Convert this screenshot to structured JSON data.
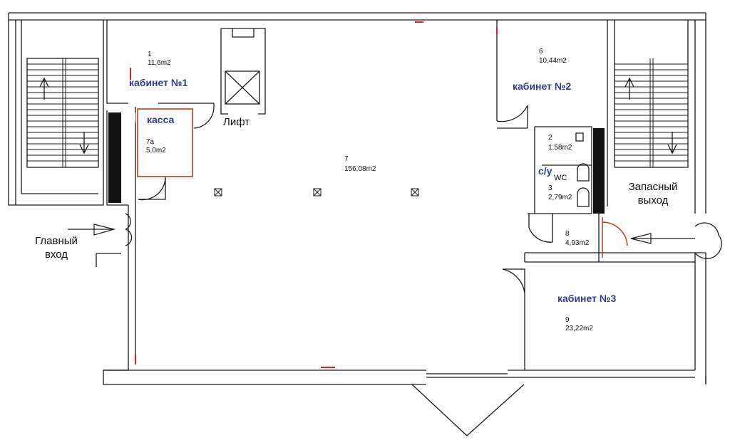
{
  "rooms": {
    "r1": {
      "number": "1",
      "area": "11,6m2",
      "name": "кабинет №1"
    },
    "r6": {
      "number": "6",
      "area": "10,44m2",
      "name": "кабинет №2"
    },
    "r7a": {
      "number": "7а",
      "area": "5,0m2",
      "name": "касса"
    },
    "r7": {
      "number": "7",
      "area": "156,08m2"
    },
    "r2": {
      "number": "2",
      "area": "1,58m2"
    },
    "r3": {
      "number": "3",
      "area": "2,79m2",
      "name": "с/у",
      "wc": "WC"
    },
    "r8": {
      "number": "8",
      "area": "4,93m2"
    },
    "r9": {
      "number": "9",
      "area": "23,22m2",
      "name": "кабинет №3"
    }
  },
  "labels": {
    "lift": "Лифт",
    "main_entrance_1": "Главный",
    "main_entrance_2": "вход",
    "emergency_exit_1": "Запасный",
    "emergency_exit_2": "выход"
  },
  "colors": {
    "wall": "#1a1a1a",
    "room_label": "#2e3b97",
    "door_accent": "#b5411b",
    "red_mark": "#e02020"
  }
}
